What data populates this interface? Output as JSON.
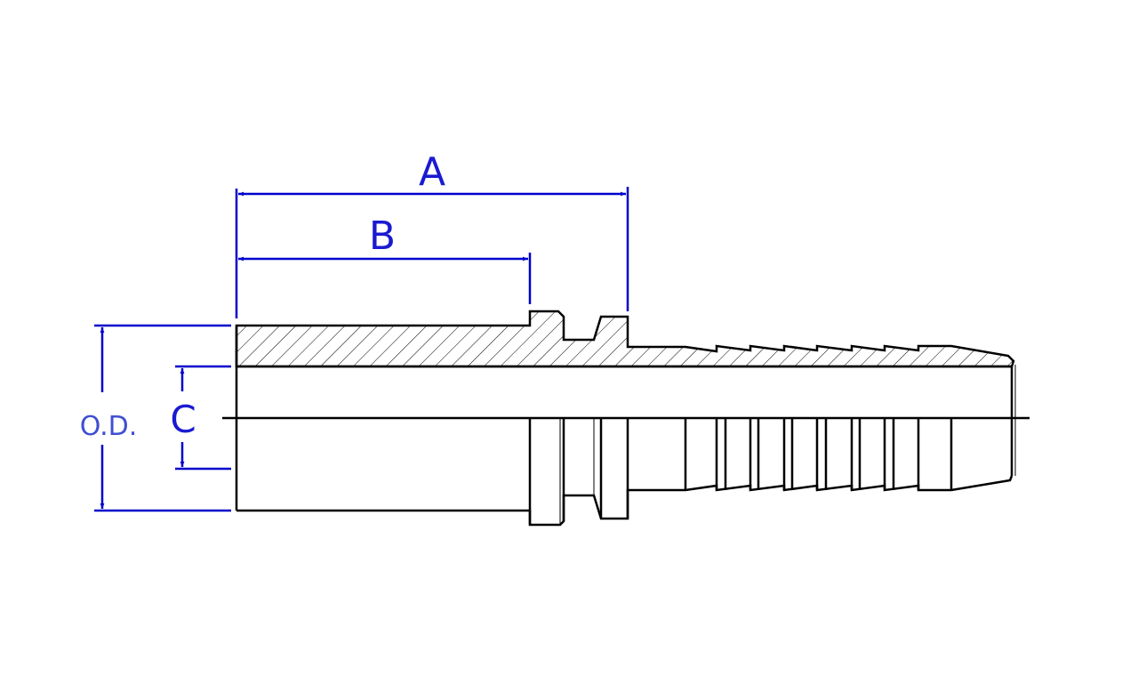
{
  "colors": {
    "dimension": "#0000cc",
    "outline": "#000000",
    "label_od": "#3f4fd0"
  },
  "dimensions": {
    "a": "A",
    "b": "B",
    "od": "O.D.",
    "c": "C"
  }
}
